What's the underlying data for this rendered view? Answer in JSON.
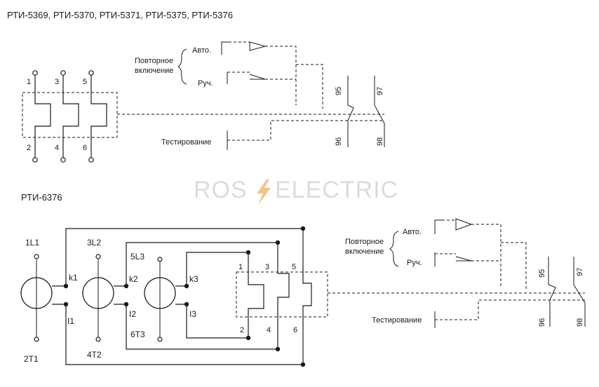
{
  "top": {
    "title": "РТИ-5369, РТИ-5370, РТИ-5371, РТИ-5375, РТИ-5376",
    "terminals_top": [
      "1",
      "3",
      "5"
    ],
    "terminals_bottom": [
      "2",
      "4",
      "6"
    ],
    "reset_label_line1": "Повторное",
    "reset_label_line2": "включение",
    "auto_label": "Авто.",
    "manual_label": "Руч.",
    "test_label": "Тестирование",
    "contact_labels": [
      "95",
      "97",
      "96",
      "98"
    ]
  },
  "bottom": {
    "title": "РТИ-6376",
    "line_labels": [
      "1L1",
      "3L2",
      "5L3"
    ],
    "load_labels": [
      "2T1",
      "4T2",
      "6T3"
    ],
    "k_labels": [
      "k1",
      "k2",
      "k3"
    ],
    "i_labels": [
      "I1",
      "I2",
      "I3"
    ],
    "terminals_top": [
      "1",
      "3",
      "5"
    ],
    "terminals_bottom": [
      "2",
      "4",
      "6"
    ],
    "reset_label_line1": "Повторное",
    "reset_label_line2": "включение",
    "auto_label": "Авто.",
    "manual_label": "Руч.",
    "test_label": "Тестирование",
    "contact_labels": [
      "95",
      "97",
      "96",
      "98"
    ]
  },
  "watermark": {
    "left": "ROS",
    "right": "ELECTRIC",
    "bolt_color": "#f2c38a"
  }
}
